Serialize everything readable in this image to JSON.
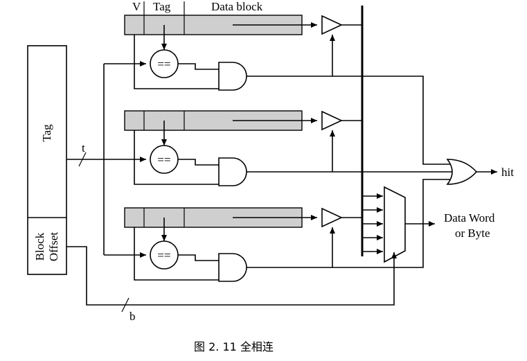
{
  "labels": {
    "v": "V",
    "tag_header": "Tag",
    "data_block": "Data block",
    "address_tag": "Tag",
    "block": "Block",
    "offset": "Offset",
    "t": "t",
    "b": "b",
    "equal": "==",
    "hit": "hit",
    "data_word": "Data Word",
    "or_byte": "or Byte"
  },
  "caption": "图 2. 11   全相连"
}
